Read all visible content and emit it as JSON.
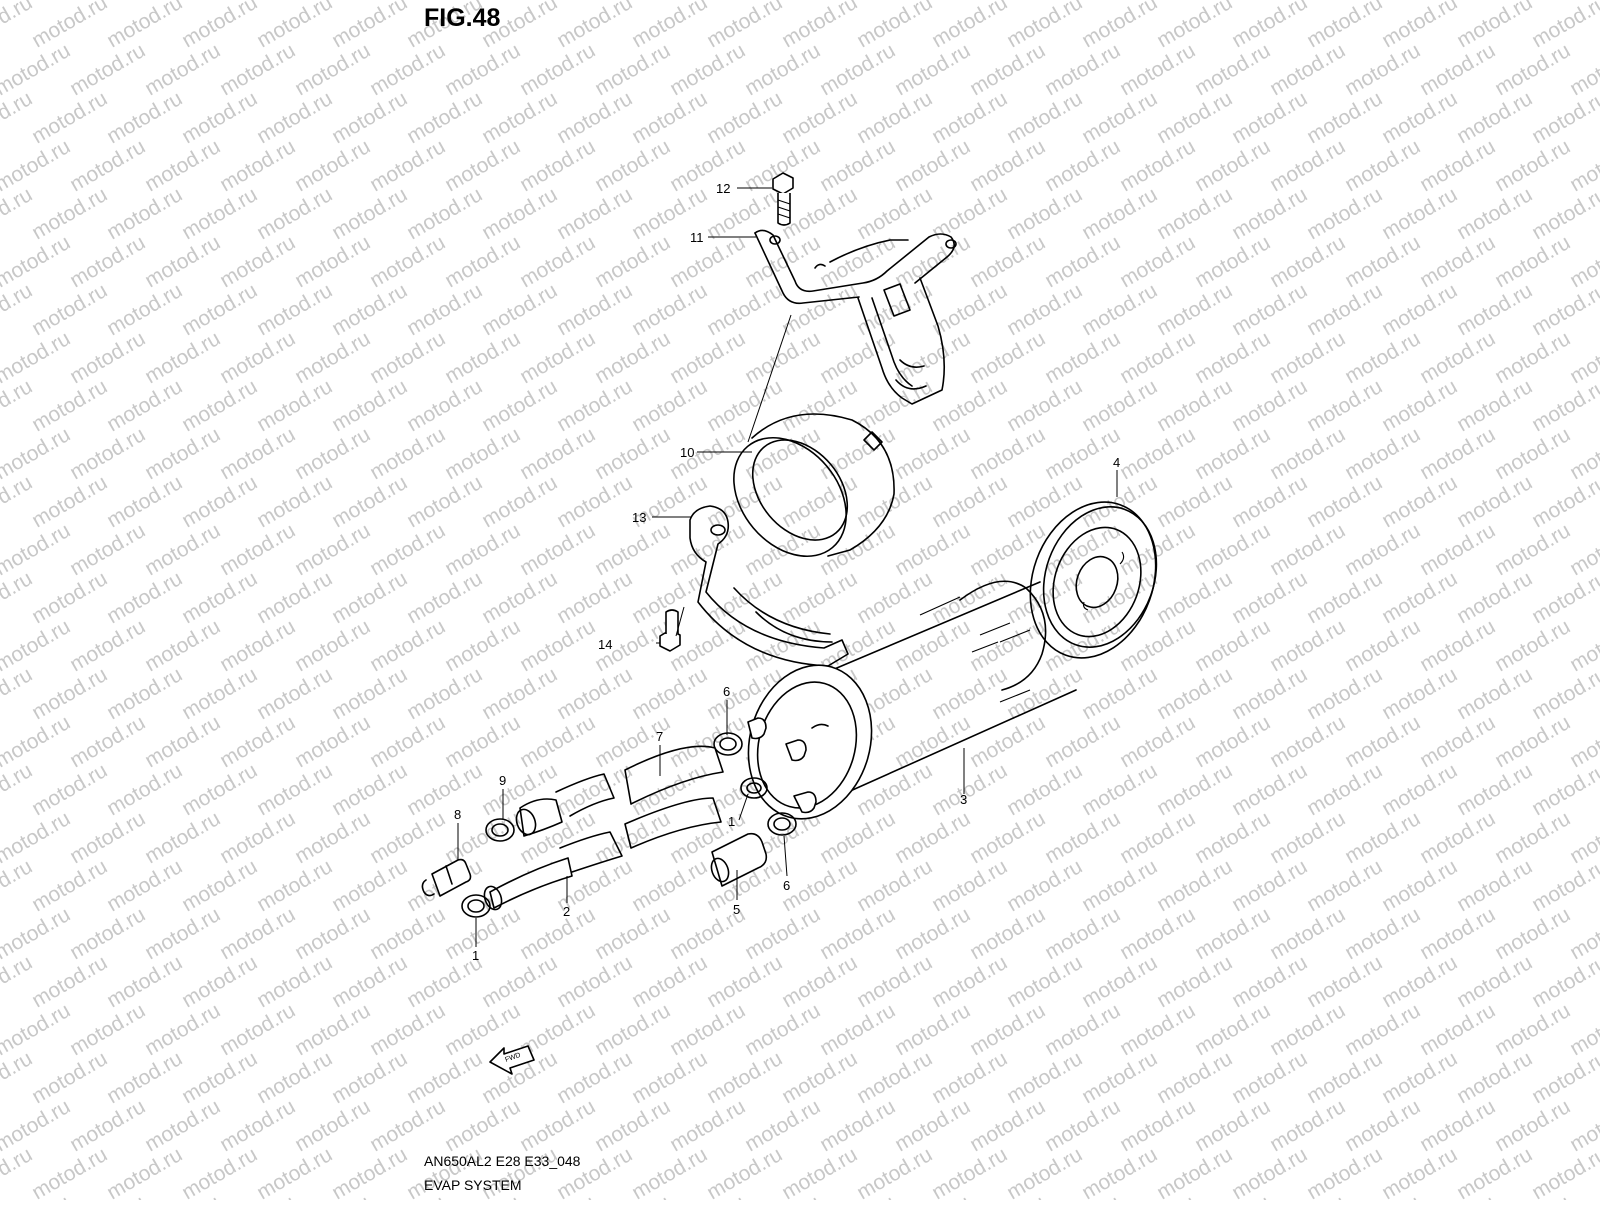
{
  "figure": {
    "title": "FIG.48",
    "drawing_code": "AN650AL2 E28 E33_048",
    "drawing_name": "EVAP SYSTEM",
    "direction_arrow": "FWD"
  },
  "watermark": {
    "text": "motod.ru"
  },
  "callouts": [
    {
      "id": "c12",
      "text": "12"
    },
    {
      "id": "c11",
      "text": "11"
    },
    {
      "id": "c10",
      "text": "10"
    },
    {
      "id": "c13",
      "text": "13"
    },
    {
      "id": "c14",
      "text": "14"
    },
    {
      "id": "c4",
      "text": "4"
    },
    {
      "id": "c3",
      "text": "3"
    },
    {
      "id": "c6a",
      "text": "6"
    },
    {
      "id": "c7",
      "text": "7"
    },
    {
      "id": "c9",
      "text": "9"
    },
    {
      "id": "c8",
      "text": "8"
    },
    {
      "id": "c1a",
      "text": "1"
    },
    {
      "id": "c2",
      "text": "2"
    },
    {
      "id": "c1b",
      "text": "1"
    },
    {
      "id": "c5",
      "text": "5"
    },
    {
      "id": "c6b",
      "text": "6"
    }
  ]
}
